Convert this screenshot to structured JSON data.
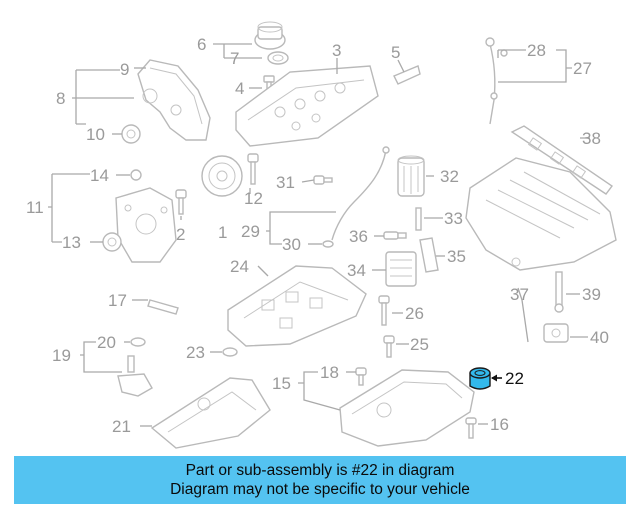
{
  "diagram": {
    "callouts": [
      "1",
      "2",
      "3",
      "4",
      "5",
      "6",
      "7",
      "8",
      "9",
      "10",
      "11",
      "12",
      "13",
      "14",
      "15",
      "16",
      "17",
      "18",
      "19",
      "20",
      "21",
      "22",
      "23",
      "24",
      "25",
      "26",
      "27",
      "28",
      "29",
      "30",
      "31",
      "32",
      "33",
      "34",
      "35",
      "36",
      "37",
      "38",
      "39",
      "40"
    ],
    "highlighted_part": "22",
    "colors": {
      "line": "#b9b9b9",
      "label": "#9a9a9a",
      "highlight": "#33b9ec",
      "banner": "#54c3f1"
    }
  },
  "banner": {
    "line1": "Part or sub-assembly is #22 in diagram",
    "line2": "Diagram may not be specific to your vehicle"
  }
}
